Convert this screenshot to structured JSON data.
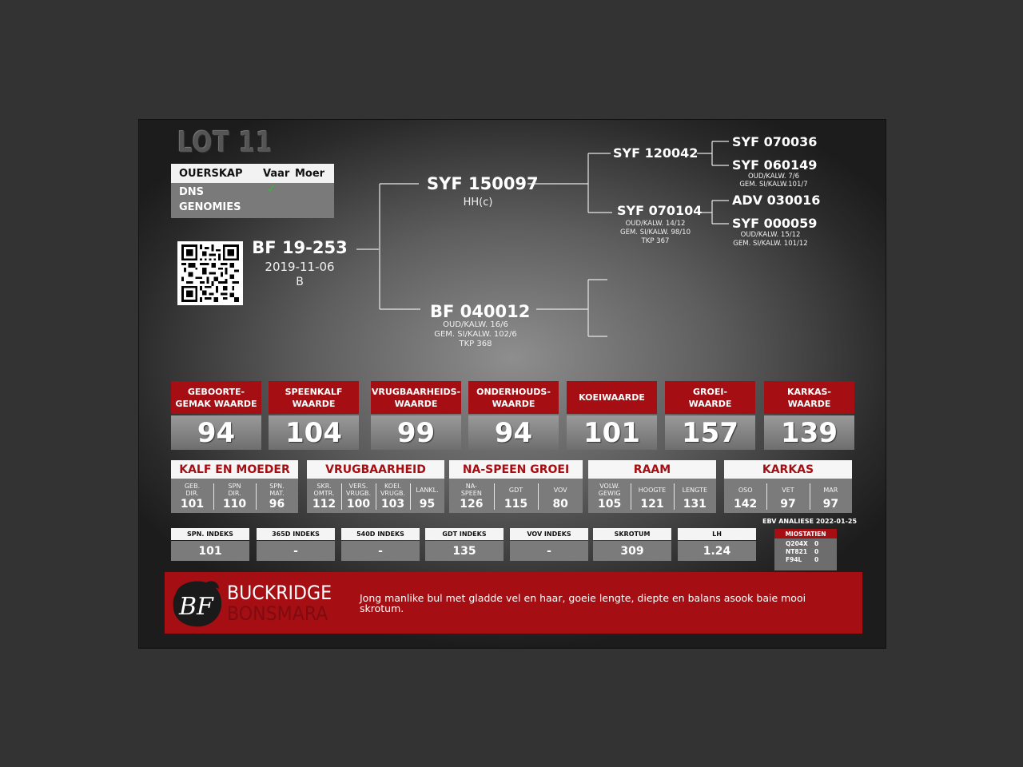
{
  "lot": {
    "title": "LOT 11"
  },
  "parentage": {
    "heading": "OUERSKAP",
    "col_father": "Vaar",
    "col_mother": "Moer",
    "rows": [
      {
        "label": "DNS",
        "father_checked": true,
        "mark": "✓"
      },
      {
        "label": "GENOMIES",
        "father_checked": false
      }
    ]
  },
  "animal": {
    "id": "BF 19-253",
    "birth_date": "2019-11-06",
    "code": "B"
  },
  "pedigree": {
    "sire": {
      "id": "SYF 150097",
      "note": "HH(c)"
    },
    "sire_sire": {
      "id": "SYF 120042"
    },
    "sire_sire_sire": {
      "id": "SYF 070036"
    },
    "sire_sire_dam": {
      "id": "SYF 060149",
      "line1": "OUD/KALW. 7/6",
      "line2": "GEM. SI/KALW.101/7"
    },
    "sire_dam": {
      "id": "SYF 070104",
      "line1": "OUD/KALW. 14/12",
      "line2": "GEM. SI/KALW. 98/10",
      "line3": "TKP 367"
    },
    "sire_dam_sire": {
      "id": "ADV 030016"
    },
    "sire_dam_dam": {
      "id": "SYF 000059",
      "line1": "OUD/KALW. 15/12",
      "line2": "GEM. SI/KALW. 101/12"
    },
    "dam": {
      "id": "BF 040012",
      "line1": "OUD/KALW. 16/6",
      "line2": "GEM. SI/KALW. 102/6",
      "line3": "TKP 368"
    }
  },
  "ebv_values": [
    {
      "label": "GEBOORTE-\nGEMAK WAARDE",
      "value": "94"
    },
    {
      "label": "SPEENKALF\nWAARDE",
      "value": "104"
    },
    {
      "label": "VRUGBAARHEIDS-\nWAARDE",
      "value": "99"
    },
    {
      "label": "ONDERHOUDS-\nWAARDE",
      "value": "94"
    },
    {
      "label": "KOEIWAARDE",
      "value": "101"
    },
    {
      "label": "GROEI-\nWAARDE",
      "value": "157"
    },
    {
      "label": "KARKAS-\nWAARDE",
      "value": "139"
    }
  ],
  "groups": [
    {
      "title": "KALF EN MOEDER",
      "cells": [
        {
          "label": "GEB.\nDIR.",
          "value": "101"
        },
        {
          "label": "SPN\nDIR.",
          "value": "110"
        },
        {
          "label": "SPN.\nMAT.",
          "value": "96"
        }
      ]
    },
    {
      "title": "VRUGBAARHEID",
      "cells": [
        {
          "label": "SKR.\nOMTR.",
          "value": "112"
        },
        {
          "label": "VERS.\nVRUGB.",
          "value": "100"
        },
        {
          "label": "KOEI.\nVRUGB.",
          "value": "103"
        },
        {
          "label": "LANKL.",
          "value": "95"
        }
      ]
    },
    {
      "title": "NA-SPEEN GROEI",
      "cells": [
        {
          "label": "NA-\nSPEEN",
          "value": "126"
        },
        {
          "label": "GDT",
          "value": "115"
        },
        {
          "label": "VOV",
          "value": "80"
        }
      ]
    },
    {
      "title": "RAAM",
      "cells": [
        {
          "label": "VOLW.\nGEWIG",
          "value": "105"
        },
        {
          "label": "HOOGTE",
          "value": "121"
        },
        {
          "label": "LENGTE",
          "value": "131"
        }
      ]
    },
    {
      "title": "KARKAS",
      "cells": [
        {
          "label": "OSO",
          "value": "142"
        },
        {
          "label": "VET",
          "value": "97"
        },
        {
          "label": "MAR",
          "value": "97"
        }
      ]
    }
  ],
  "indexes": [
    {
      "label": "SPN. INDEKS",
      "value": "101"
    },
    {
      "label": "365D INDEKS",
      "value": "-"
    },
    {
      "label": "540D INDEKS",
      "value": "-"
    },
    {
      "label": "GDT INDEKS",
      "value": "135"
    },
    {
      "label": "VOV INDEKS",
      "value": "-"
    },
    {
      "label": "SKROTUM",
      "value": "309"
    },
    {
      "label": "LH",
      "value": "1.24"
    }
  ],
  "ebv_analysis": "EBV ANALIESE 2022-01-25",
  "myostatin": {
    "title": "MIOSTATIEN",
    "rows": [
      {
        "label": "Q204X",
        "value": "0"
      },
      {
        "label": "NT821",
        "value": "0"
      },
      {
        "label": "F94L",
        "value": "0"
      }
    ]
  },
  "brand": {
    "logo_text": "BF",
    "line1": "BUCKRIDGE",
    "line2": "BONSMARA"
  },
  "description": "Jong manlike bul met gladde vel en haar, goeie lengte, diepte en balans asook baie mooi skrotum.",
  "colors": {
    "accent_red": "#a50f14",
    "check_green": "#2fbf2f",
    "background": "#333333"
  }
}
